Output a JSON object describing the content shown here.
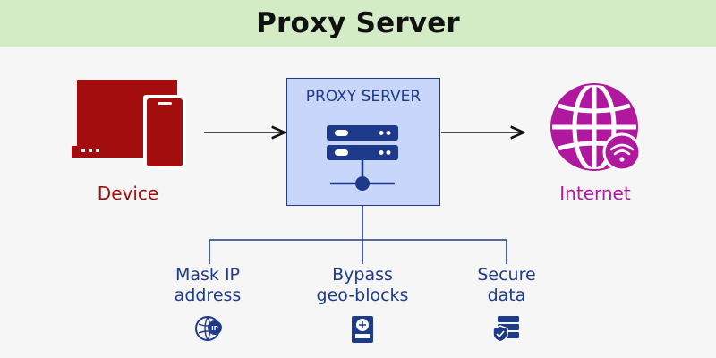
{
  "title": "Proxy Server",
  "nodes": {
    "device": {
      "label": "Device",
      "color": "#a30d0d"
    },
    "proxy": {
      "label": "PROXY SERVER",
      "color": "#1e3a8a",
      "fill": "#c7d6fa"
    },
    "internet": {
      "label": "Internet",
      "color": "#b0189e"
    }
  },
  "features": [
    {
      "label_line1": "Mask IP",
      "label_line2": "address",
      "icon": "mask-ip-icon",
      "badge": "IP"
    },
    {
      "label_line1": "Bypass",
      "label_line2": "geo-blocks",
      "icon": "geo-block-icon"
    },
    {
      "label_line1": "Secure",
      "label_line2": "data",
      "icon": "secure-data-icon"
    }
  ],
  "colors": {
    "header_bg": "#d4ecc6",
    "line": "#1e3a8a",
    "arrow": "#111111"
  }
}
